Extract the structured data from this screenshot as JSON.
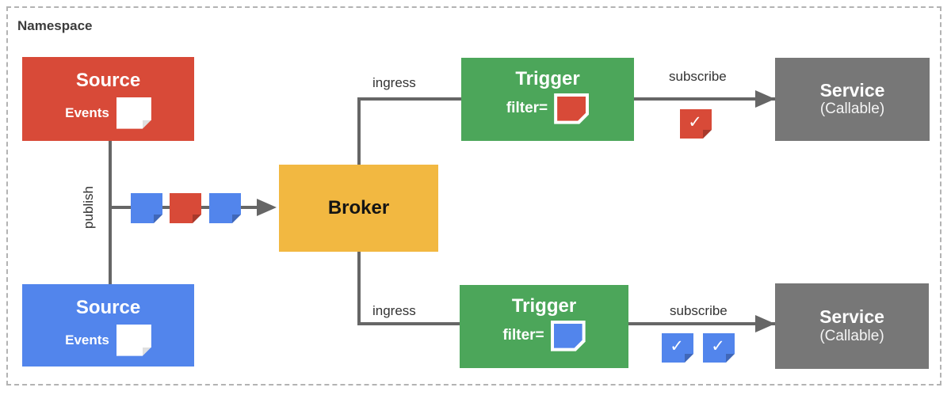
{
  "namespace_label": "Namespace",
  "colors": {
    "red": "#D84A38",
    "blue": "#5285EC",
    "green": "#4CA65A",
    "yellow": "#F2B841",
    "service_gray": "#777777",
    "line_gray": "#666666",
    "boundary_dash": "#b3b3b3"
  },
  "nodes": {
    "source_top": {
      "title": "Source",
      "subtitle": "Events",
      "color": "#D84A38"
    },
    "source_bottom": {
      "title": "Source",
      "subtitle": "Events",
      "color": "#5285EC"
    },
    "broker": {
      "title": "Broker",
      "color": "#F2B841"
    },
    "trigger_top": {
      "title": "Trigger",
      "filter_label": "filter=",
      "filter_color": "#D84A38"
    },
    "trigger_bottom": {
      "title": "Trigger",
      "filter_label": "filter=",
      "filter_color": "#5285EC"
    },
    "service_top": {
      "title": "Service",
      "subtitle": "(Callable)"
    },
    "service_bottom": {
      "title": "Service",
      "subtitle": "(Callable)"
    }
  },
  "edges": {
    "publish_label": "publish",
    "ingress_top_label": "ingress",
    "ingress_bottom_label": "ingress",
    "subscribe_top_label": "subscribe",
    "subscribe_bottom_label": "subscribe"
  },
  "icons": {
    "event_stream_colors": [
      "blue",
      "red",
      "blue"
    ],
    "accepted_events_top": [
      "red"
    ],
    "accepted_events_bottom": [
      "blue",
      "blue"
    ],
    "checkmark": "✓"
  }
}
